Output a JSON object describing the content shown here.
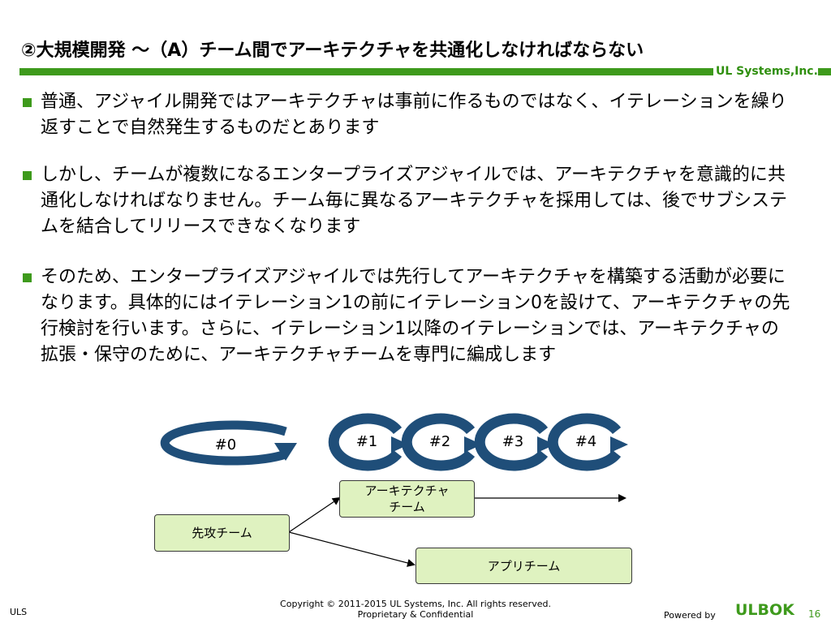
{
  "slide": {
    "title": "②大規模開発 ～（A）チーム間でアーキテクチャを共通化しなければならない",
    "company_logo": "UL Systems,Inc."
  },
  "bullets": [
    "普通、アジャイル開発ではアーキテクチャは事前に作るものではなく、イテレーションを繰り返すことで自然発生するものだとあります",
    "しかし、チームが複数になるエンタープライズアジャイルでは、アーキテクチャを意識的に共通化しなければなりません。チーム毎に異なるアーキテクチャを採用しては、後でサブシステムを結合してリリースできなくなります",
    "そのため、エンタープライズアジャイルでは先行してアーキテクチャを構築する活動が必要になります。具体的にはイテレーション1の前にイテレーション0を設けて、アーキテクチャの先行検討を行います。さらに、イテレーション1以降のイテレーションでは、アーキテクチャの拡張・保守のために、アーキテクチャチームを専門に編成します"
  ],
  "diagram": {
    "iterations": [
      "#0",
      "#1",
      "#2",
      "#3",
      "#4"
    ],
    "teams": {
      "advance": "先攻チーム",
      "architecture_line1": "アーキテクチャ",
      "architecture_line2": "チーム",
      "app": "アプリチーム"
    },
    "colors": {
      "loop": "#1f4e79",
      "box_fill": "#dff2c0",
      "accent": "#3e9a1c"
    }
  },
  "footer": {
    "left": "ULS",
    "copyright": "Copyright © 2011-2015 UL Systems, Inc.  All rights reserved.",
    "confidential": "Proprietary & Confidential",
    "powered_by": "Powered by",
    "brand": "ULBOK",
    "page": "16"
  }
}
